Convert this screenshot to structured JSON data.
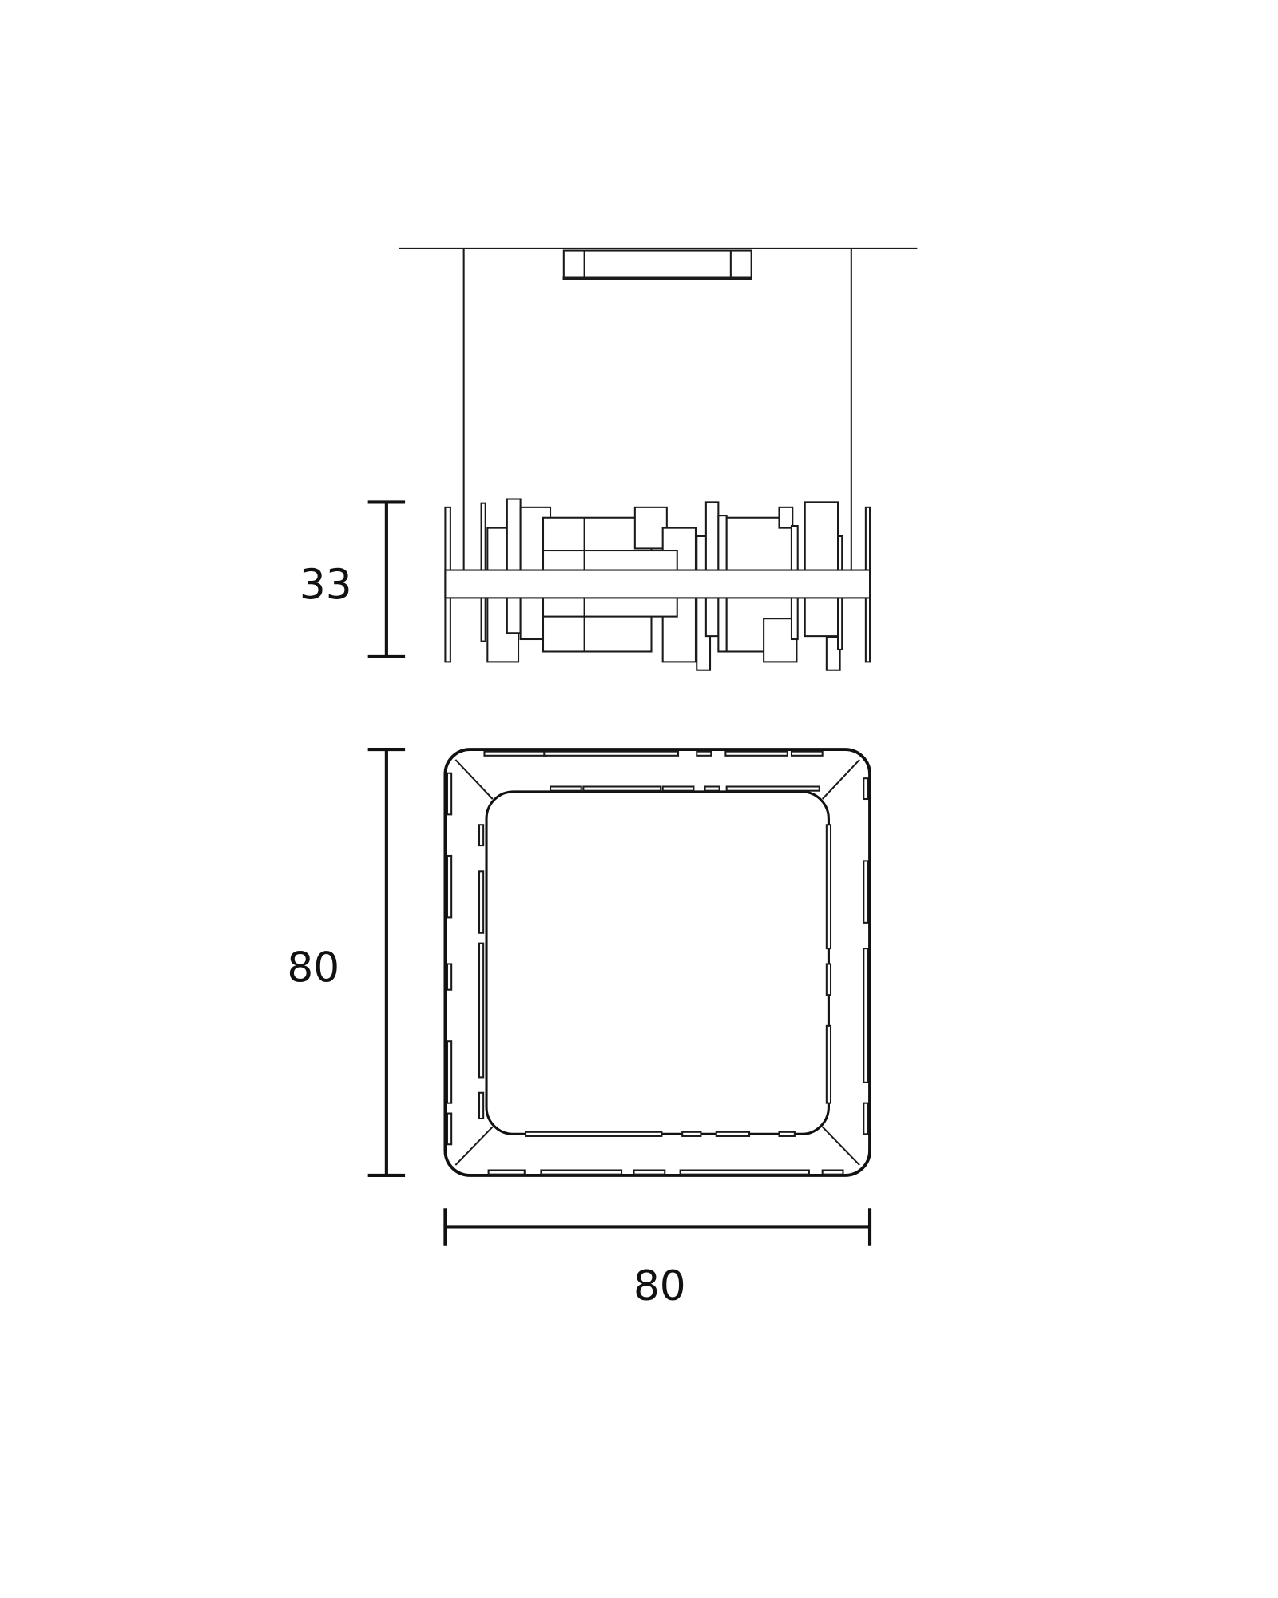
{
  "dimensions": {
    "height_label": "33",
    "depth_label": "80",
    "width_label": "80"
  },
  "colors": {
    "line": "#1a1a1a",
    "background": "#ffffff"
  }
}
